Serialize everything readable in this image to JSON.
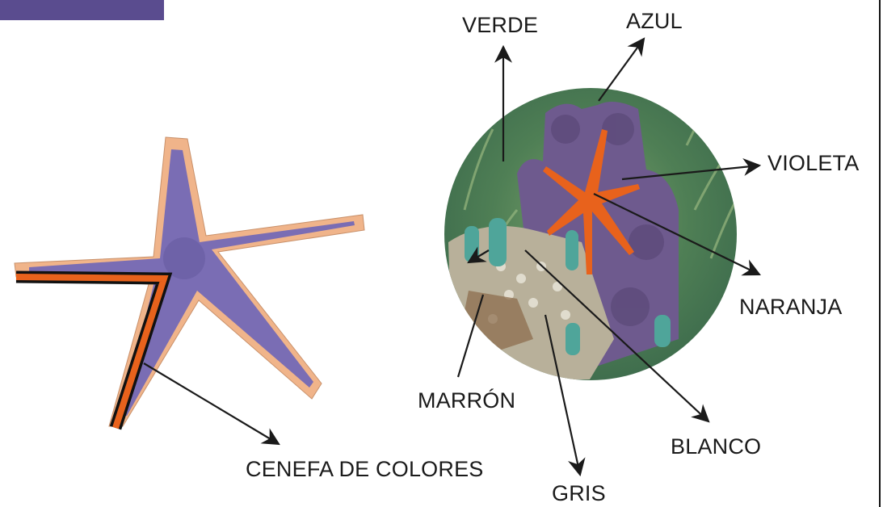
{
  "labels": {
    "verde": "VERDE",
    "azul": "AZUL",
    "violeta": "VIOLETA",
    "naranja": "NARANJA",
    "marron": "MARRÓN",
    "blanco": "BLANCO",
    "gris": "GRIS",
    "cenefa": "CENEFA DE COLORES"
  },
  "colors": {
    "header_bar": "#5a4c8f",
    "star_body": "#7a6db4",
    "star_border": "#f0b48a",
    "cenefa_stripe": "#e8621c",
    "arrow": "#1a1a1a"
  },
  "icons": {
    "left_star": "starfish-illustration",
    "reef_photo": "coral-reef-photo"
  }
}
